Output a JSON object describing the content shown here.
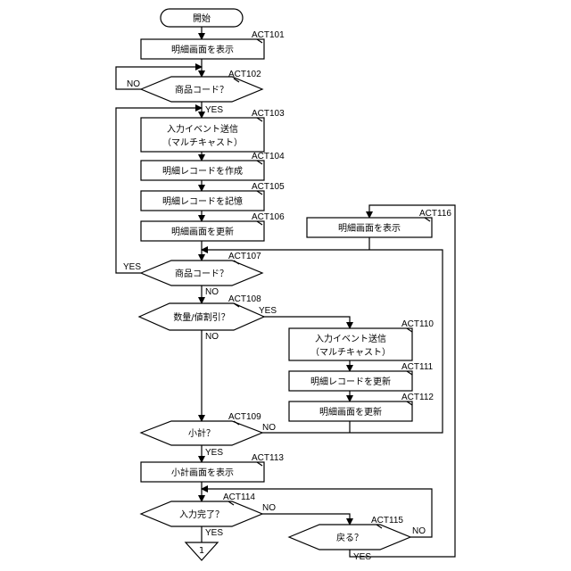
{
  "steps": {
    "start": "開始",
    "act101": {
      "id": "ACT101",
      "text": "明細画面を表示"
    },
    "act102": {
      "id": "ACT102",
      "text": "商品コード？"
    },
    "act103": {
      "id": "ACT103",
      "line1": "入力イベント送信",
      "line2": "（マルチキャスト）"
    },
    "act104": {
      "id": "ACT104",
      "text": "明細レコードを作成"
    },
    "act105": {
      "id": "ACT105",
      "text": "明細レコードを記憶"
    },
    "act106": {
      "id": "ACT106",
      "text": "明細画面を更新"
    },
    "act107": {
      "id": "ACT107",
      "text": "商品コード？"
    },
    "act108": {
      "id": "ACT108",
      "text": "数量/値割引？"
    },
    "act109": {
      "id": "ACT109",
      "text": "小計？"
    },
    "act110": {
      "id": "ACT110",
      "line1": "入力イベント送信",
      "line2": "（マルチキャスト）"
    },
    "act111": {
      "id": "ACT111",
      "text": "明細レコードを更新"
    },
    "act112": {
      "id": "ACT112",
      "text": "明細画面を更新"
    },
    "act113": {
      "id": "ACT113",
      "text": "小計画面を表示"
    },
    "act114": {
      "id": "ACT114",
      "text": "入力完了？"
    },
    "act115": {
      "id": "ACT115",
      "text": "戻る？"
    },
    "act116": {
      "id": "ACT116",
      "text": "明細画面を表示"
    },
    "connector": "1"
  },
  "labels": {
    "yes": "YES",
    "no": "NO"
  }
}
